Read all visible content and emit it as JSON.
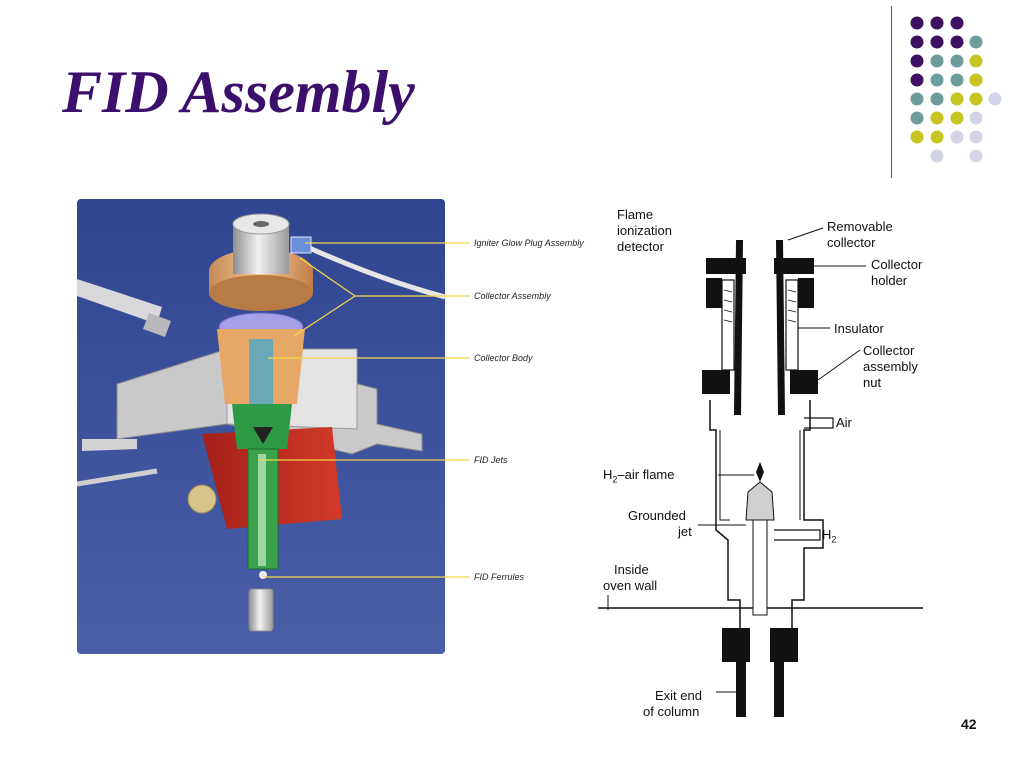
{
  "slide": {
    "title": "FID Assembly",
    "page_number": "42"
  },
  "photo_callouts": {
    "igniter": "Igniter Glow Plug Assembly",
    "collector_assembly": "Collector Assembly",
    "collector_body": "Collector Body",
    "fid_jets": "FID Jets",
    "fid_ferrules": "FID Ferrules"
  },
  "schematic_labels": {
    "flame_1": "Flame",
    "flame_2": "ionization",
    "flame_3": "detector",
    "removable_1": "Removable",
    "removable_2": "collector",
    "holder_1": "Collector",
    "holder_2": "holder",
    "insulator": "Insulator",
    "nut_1": "Collector",
    "nut_2": "assembly",
    "nut_3": "nut",
    "air": "Air",
    "h2_flame_a": "H",
    "h2_flame_sub": "2",
    "h2_flame_b": "–air flame",
    "grounded_1": "Grounded",
    "grounded_2": "jet",
    "h2_a": "H",
    "h2_sub": "2",
    "inside_1": "Inside",
    "inside_2": "oven wall",
    "exit_1": "Exit end",
    "exit_2": "of column"
  },
  "colors": {
    "title": "#3b0f6b",
    "dot_purple": "#3d1160",
    "dot_teal": "#6d9c9a",
    "dot_yellow": "#c6c522",
    "dot_lavender": "#d3d3e6",
    "photo_bg": "#3b4e96",
    "callout_line": "#f3d84a"
  }
}
